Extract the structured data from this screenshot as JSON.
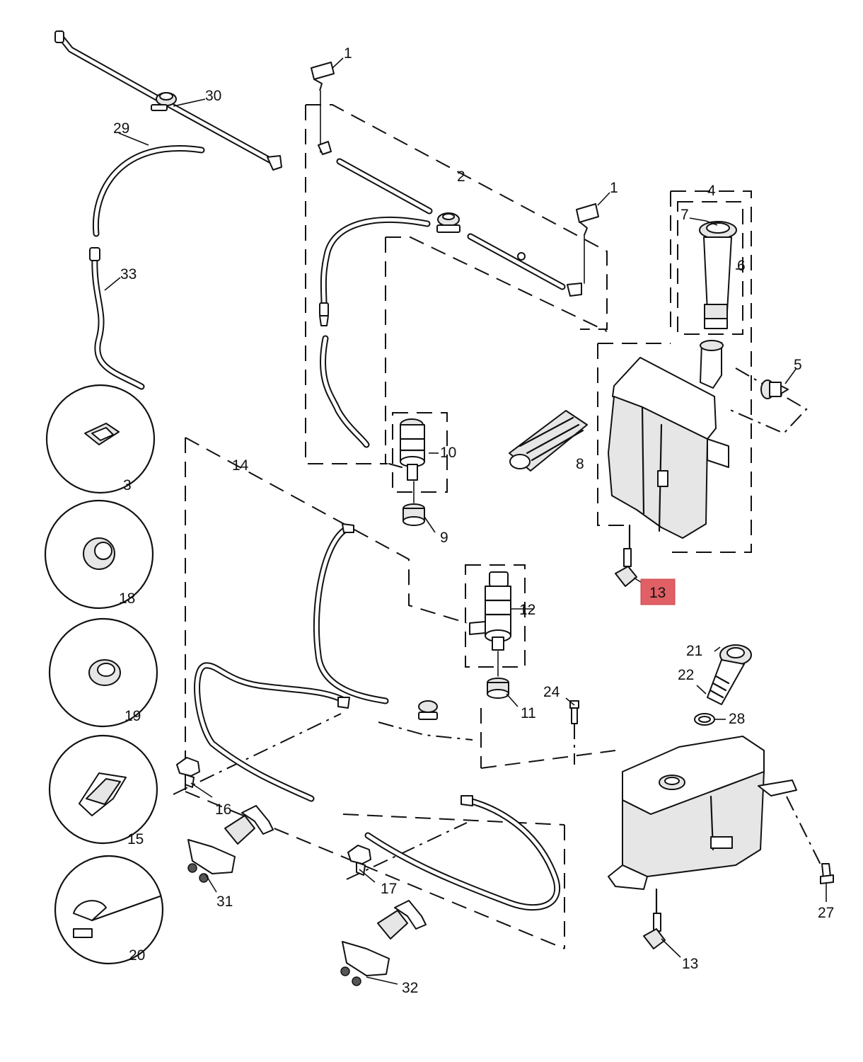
{
  "diagram": {
    "callouts": {
      "c1a": "1",
      "c1b": "1",
      "c2": "2",
      "c3": "3",
      "c4": "4",
      "c5": "5",
      "c6": "6",
      "c7": "7",
      "c8": "8",
      "c9": "9",
      "c10": "10",
      "c11": "11",
      "c12": "12",
      "c13a": "13",
      "c13b": "13",
      "c14": "14",
      "c15": "15",
      "c16": "16",
      "c17": "17",
      "c18": "18",
      "c19": "19",
      "c20": "20",
      "c21": "21",
      "c22": "22",
      "c24": "24",
      "c27": "27",
      "c28": "28",
      "c29": "29",
      "c30": "30",
      "c31": "31",
      "c32": "32",
      "c33": "33"
    },
    "highlight_color": "#e06065",
    "highlighted_callout": "13"
  }
}
